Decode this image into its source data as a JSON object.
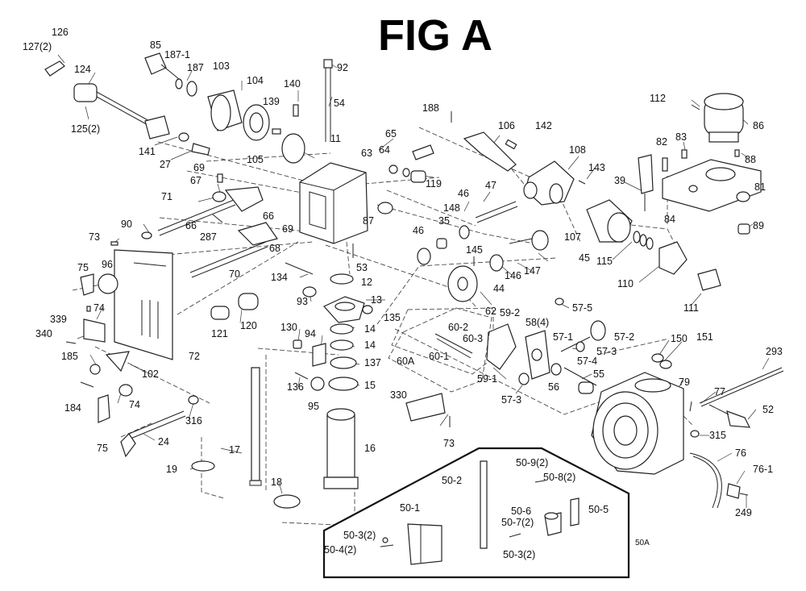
{
  "figure": {
    "title": "FIG A",
    "labels": [
      {
        "key": "126",
        "text": "126"
      },
      {
        "key": "127",
        "text": "127(2)"
      },
      {
        "key": "124",
        "text": "124"
      },
      {
        "key": "125",
        "text": "125(2)"
      },
      {
        "key": "141",
        "text": "141"
      },
      {
        "key": "27",
        "text": "27"
      },
      {
        "key": "85",
        "text": "85"
      },
      {
        "key": "1871",
        "text": "187-1"
      },
      {
        "key": "187",
        "text": "187"
      },
      {
        "key": "103",
        "text": "103"
      },
      {
        "key": "104",
        "text": "104"
      },
      {
        "key": "105",
        "text": "105"
      },
      {
        "key": "139",
        "text": "139"
      },
      {
        "key": "140",
        "text": "140"
      },
      {
        "key": "92",
        "text": "92"
      },
      {
        "key": "54",
        "text": "54"
      },
      {
        "key": "11",
        "text": "11"
      },
      {
        "key": "65",
        "text": "65"
      },
      {
        "key": "63",
        "text": "63"
      },
      {
        "key": "64",
        "text": "64"
      },
      {
        "key": "119",
        "text": "119"
      },
      {
        "key": "87",
        "text": "87"
      },
      {
        "key": "53",
        "text": "53"
      },
      {
        "key": "188",
        "text": "188"
      },
      {
        "key": "106",
        "text": "106"
      },
      {
        "key": "142",
        "text": "142"
      },
      {
        "key": "108",
        "text": "108"
      },
      {
        "key": "143",
        "text": "143"
      },
      {
        "key": "112",
        "text": "112"
      },
      {
        "key": "86",
        "text": "86"
      },
      {
        "key": "83",
        "text": "83"
      },
      {
        "key": "82",
        "text": "82"
      },
      {
        "key": "88",
        "text": "88"
      },
      {
        "key": "39",
        "text": "39"
      },
      {
        "key": "81",
        "text": "81"
      },
      {
        "key": "84",
        "text": "84"
      },
      {
        "key": "89",
        "text": "89"
      },
      {
        "key": "47",
        "text": "47"
      },
      {
        "key": "46a",
        "text": "46"
      },
      {
        "key": "148",
        "text": "148"
      },
      {
        "key": "35",
        "text": "35"
      },
      {
        "key": "46b",
        "text": "46"
      },
      {
        "key": "107",
        "text": "107"
      },
      {
        "key": "45",
        "text": "45"
      },
      {
        "key": "115",
        "text": "115"
      },
      {
        "key": "145",
        "text": "145"
      },
      {
        "key": "146",
        "text": "146"
      },
      {
        "key": "147",
        "text": "147"
      },
      {
        "key": "44",
        "text": "44"
      },
      {
        "key": "110",
        "text": "110"
      },
      {
        "key": "111",
        "text": "111"
      },
      {
        "key": "62",
        "text": "62"
      },
      {
        "key": "575",
        "text": "57-5"
      },
      {
        "key": "592",
        "text": "59-2"
      },
      {
        "key": "584",
        "text": "58(4)"
      },
      {
        "key": "571",
        "text": "57-1"
      },
      {
        "key": "572",
        "text": "57-2"
      },
      {
        "key": "573a",
        "text": "57-3"
      },
      {
        "key": "574",
        "text": "57-4"
      },
      {
        "key": "55",
        "text": "55"
      },
      {
        "key": "56",
        "text": "56"
      },
      {
        "key": "573b",
        "text": "57-3"
      },
      {
        "key": "591",
        "text": "59-1"
      },
      {
        "key": "602",
        "text": "60-2"
      },
      {
        "key": "603",
        "text": "60-3"
      },
      {
        "key": "601",
        "text": "60-1"
      },
      {
        "key": "60A",
        "text": "60A"
      },
      {
        "key": "69a",
        "text": "69"
      },
      {
        "key": "67",
        "text": "67"
      },
      {
        "key": "71",
        "text": "71"
      },
      {
        "key": "66a",
        "text": "66"
      },
      {
        "key": "66b",
        "text": "66"
      },
      {
        "key": "69b",
        "text": "69"
      },
      {
        "key": "287",
        "text": "287"
      },
      {
        "key": "68",
        "text": "68"
      },
      {
        "key": "90",
        "text": "90"
      },
      {
        "key": "73a",
        "text": "73"
      },
      {
        "key": "70",
        "text": "70"
      },
      {
        "key": "75a",
        "text": "75"
      },
      {
        "key": "96",
        "text": "96"
      },
      {
        "key": "74a",
        "text": "74"
      },
      {
        "key": "339",
        "text": "339"
      },
      {
        "key": "340",
        "text": "340"
      },
      {
        "key": "72",
        "text": "72"
      },
      {
        "key": "121",
        "text": "121"
      },
      {
        "key": "120",
        "text": "120"
      },
      {
        "key": "134",
        "text": "134"
      },
      {
        "key": "12",
        "text": "12"
      },
      {
        "key": "93",
        "text": "93"
      },
      {
        "key": "13",
        "text": "13"
      },
      {
        "key": "135",
        "text": "135"
      },
      {
        "key": "130",
        "text": "130"
      },
      {
        "key": "94",
        "text": "94"
      },
      {
        "key": "14a",
        "text": "14"
      },
      {
        "key": "14b",
        "text": "14"
      },
      {
        "key": "137",
        "text": "137"
      },
      {
        "key": "136",
        "text": "136"
      },
      {
        "key": "95",
        "text": "95"
      },
      {
        "key": "15",
        "text": "15"
      },
      {
        "key": "185",
        "text": "185"
      },
      {
        "key": "102",
        "text": "102"
      },
      {
        "key": "184",
        "text": "184"
      },
      {
        "key": "74b",
        "text": "74"
      },
      {
        "key": "316",
        "text": "316"
      },
      {
        "key": "75b",
        "text": "75"
      },
      {
        "key": "24",
        "text": "24"
      },
      {
        "key": "17",
        "text": "17"
      },
      {
        "key": "16",
        "text": "16"
      },
      {
        "key": "19",
        "text": "19"
      },
      {
        "key": "18",
        "text": "18"
      },
      {
        "key": "330",
        "text": "330"
      },
      {
        "key": "73b",
        "text": "73"
      },
      {
        "key": "150",
        "text": "150"
      },
      {
        "key": "151",
        "text": "151"
      },
      {
        "key": "293",
        "text": "293"
      },
      {
        "key": "79",
        "text": "79"
      },
      {
        "key": "77",
        "text": "77"
      },
      {
        "key": "52",
        "text": "52"
      },
      {
        "key": "315",
        "text": "315"
      },
      {
        "key": "76",
        "text": "76"
      },
      {
        "key": "761",
        "text": "76-1"
      },
      {
        "key": "249",
        "text": "249"
      },
      {
        "key": "509",
        "text": "50-9(2)"
      },
      {
        "key": "508",
        "text": "50-8(2)"
      },
      {
        "key": "502",
        "text": "50-2"
      },
      {
        "key": "501",
        "text": "50-1"
      },
      {
        "key": "506",
        "text": "50-6"
      },
      {
        "key": "505",
        "text": "50-5"
      },
      {
        "key": "503a",
        "text": "50-3(2)"
      },
      {
        "key": "504",
        "text": "50-4(2)"
      },
      {
        "key": "507",
        "text": "50-7(2)"
      },
      {
        "key": "503b",
        "text": "50-3(2)"
      },
      {
        "key": "50A",
        "text": "50A"
      }
    ]
  }
}
